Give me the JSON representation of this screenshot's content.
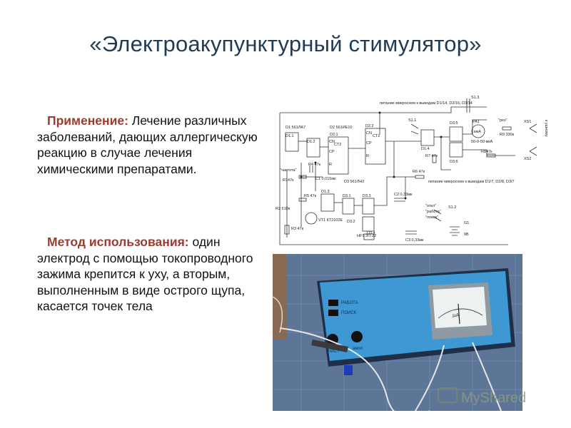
{
  "slide": {
    "title": "«Электроакупунктурный стимулятор»",
    "para1": {
      "lead": "Применение:",
      "text": " Лечение различных заболеваний, дающих аллергическую реакцию в случае лечения химическими препаратами."
    },
    "para2": {
      "lead": "Метод использования:",
      "text": " один электрод с помощью токопроводного зажима крепится к уху, а вторым, выполненным в виде острого щупа, касается точек тела"
    }
  },
  "schematic": {
    "labels": {
      "d1": "D1 561ЛА7",
      "d2": "D2 561ИЕ10",
      "d3": "D3 561ЛН2",
      "d2_1": "D2.1",
      "d2_2": "D2.2",
      "d1_1": "D1.1",
      "d1_2": "D1.2",
      "d1_3": "D1.3",
      "d1_4": "D1.4",
      "d3_1": "D3.1",
      "d3_2": "D3.2",
      "d3_3": "D3.3",
      "d3_4": "D3.4",
      "d3_5": "D3.5",
      "d3_6": "D3.6",
      "ct2_a": "CT2",
      "ct2_b": "CT2",
      "cn_a": "CN",
      "cp_a": "CP",
      "r_a": "R",
      "cn_b": "CN",
      "cp_b": "CP",
      "r_b": "R",
      "power_top": "питание микросхем к выводам D1/14, D2/16, D3/14",
      "power_bottom": "питание микросхем к выводам D1/7, D2/8, D3/7",
      "chastota": "\"частота\"",
      "r147k": "R147к",
      "r4": "R4 47к",
      "c1": "C1 0,015мк",
      "r5": "R5 47к",
      "r2": "R2 510к",
      "r3": "R3 47к",
      "vt1": "VT1 КТ3102Е",
      "r6": "R6 47к",
      "r7": "R7 47к",
      "r8": "R847к",
      "r9": "R9 330к",
      "c2": "C2 0,33мк",
      "c3": "C3 0,33мк",
      "hf1": "HF1 ЗП-22",
      "s1_1": "S1.1",
      "s1_2": "S1.2",
      "s1_3": "S1.3",
      "pa1": "PA1",
      "pa1_range": "50-0-50 мкА",
      "mka": "мкА",
      "rez": "\"рез\"",
      "xs1": "XS1",
      "xs2": "XS2",
      "k_uhu": "к ушному",
      "otkl": "\"откл\"",
      "rabota": "\"работа\"",
      "poisk": "\"поиск\"",
      "g1": "G1",
      "g1_v": "9В"
    }
  },
  "photo": {
    "labels": {
      "rabota": "РАБОТА",
      "poisk": "ПОИСК",
      "chast": "ЧАСТ",
      "ampl": "ампл",
      "mu": "μА"
    }
  },
  "watermark": {
    "text": "MyShared"
  }
}
